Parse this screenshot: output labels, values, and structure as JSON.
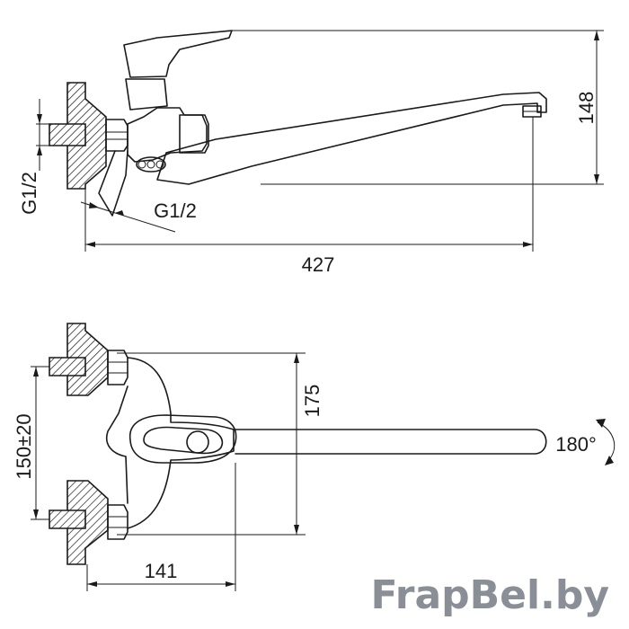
{
  "side_view": {
    "dim_length": "427",
    "dim_height": "148",
    "thread_left": "G1/2",
    "thread_bottom": "G1/2"
  },
  "top_view": {
    "dim_reach": "175",
    "dim_depth": "141",
    "dim_centers": "150±20",
    "rotation": "180°"
  },
  "watermark": "FrapBel.by"
}
